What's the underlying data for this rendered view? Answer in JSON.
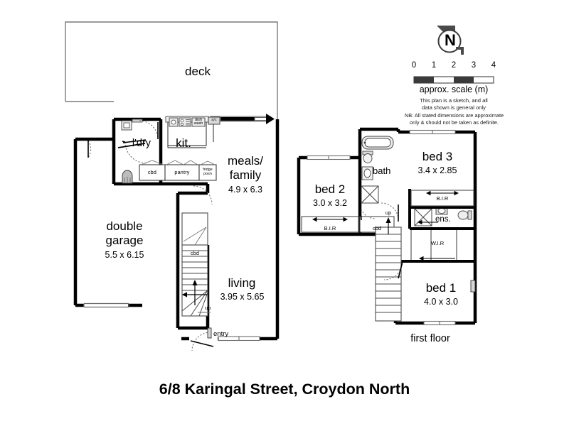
{
  "title": "6/8 Karingal Street, Croydon North",
  "ground_floor": {
    "rooms": [
      {
        "name": "deck",
        "dim": ""
      },
      {
        "name": "kit.",
        "dim": ""
      },
      {
        "name": "l'dry",
        "dim": ""
      },
      {
        "name": "meals/\nfamily",
        "dim": "4.9 x 6.3"
      },
      {
        "name": "double\ngarage",
        "dim": "5.5 x 6.15"
      },
      {
        "name": "living",
        "dim": "3.95 x 5.65"
      }
    ],
    "deck_label": "deck",
    "kitchen_label": "kit.",
    "laundry_label": "l'dry",
    "meals_label_line1": "meals/",
    "meals_label_line2": "family",
    "meals_dim": "4.9 x 6.3",
    "garage_label_line1": "double",
    "garage_label_line2": "garage",
    "garage_dim": "5.5 x 6.15",
    "living_label": "living",
    "living_dim": "3.95 x 5.65",
    "entry_label": "entry",
    "stairs_up_label": "up",
    "fixtures": {
      "cbd_kitchen": "cbd",
      "pantry": "pantry",
      "fridge_posn_line1": "fridge",
      "fridge_posn_line2": "posn",
      "dishwasher_line1": "dish",
      "dishwasher_line2": "wash",
      "aircon": "a/c",
      "cbd_stairs": "cbd"
    }
  },
  "first_floor": {
    "label": "first floor",
    "rooms": [
      {
        "name": "bed 3",
        "dim": "3.4 x 2.85"
      },
      {
        "name": "bed 2",
        "dim": "3.0 x 3.2"
      },
      {
        "name": "bed 1",
        "dim": "4.0 x 3.0"
      }
    ],
    "bed3_label": "bed 3",
    "bed3_dim": "3.4 x 2.85",
    "bed2_label": "bed 2",
    "bed2_dim": "3.0 x 3.2",
    "bed1_label": "bed 1",
    "bed1_dim": "4.0 x 3.0",
    "bath_label": "bath",
    "ensuite_label": "ens.",
    "wir_label": "W.I.R",
    "bir_bed2_label": "B.I.R",
    "bir_bed3_label": "B.I.R",
    "cbd_label": "cbd",
    "stairs_up_label": "up"
  },
  "legend": {
    "north_letter": "N",
    "scale_ticks": [
      "0",
      "1",
      "2",
      "3",
      "4"
    ],
    "scale_caption": "approx. scale (m)",
    "disclaimer_line1": "This plan is a sketch, and all",
    "disclaimer_line2": "data shown is general only",
    "note_line1": "NB: All stated dimensions are approximate",
    "note_line2": "only & should not be taken as definite."
  },
  "colors": {
    "wall": "#000000",
    "thin_line": "#6f6f6f",
    "fixture_fill": "#e6e6e6",
    "scale_dark": "#3a3a3a",
    "background": "#ffffff"
  }
}
